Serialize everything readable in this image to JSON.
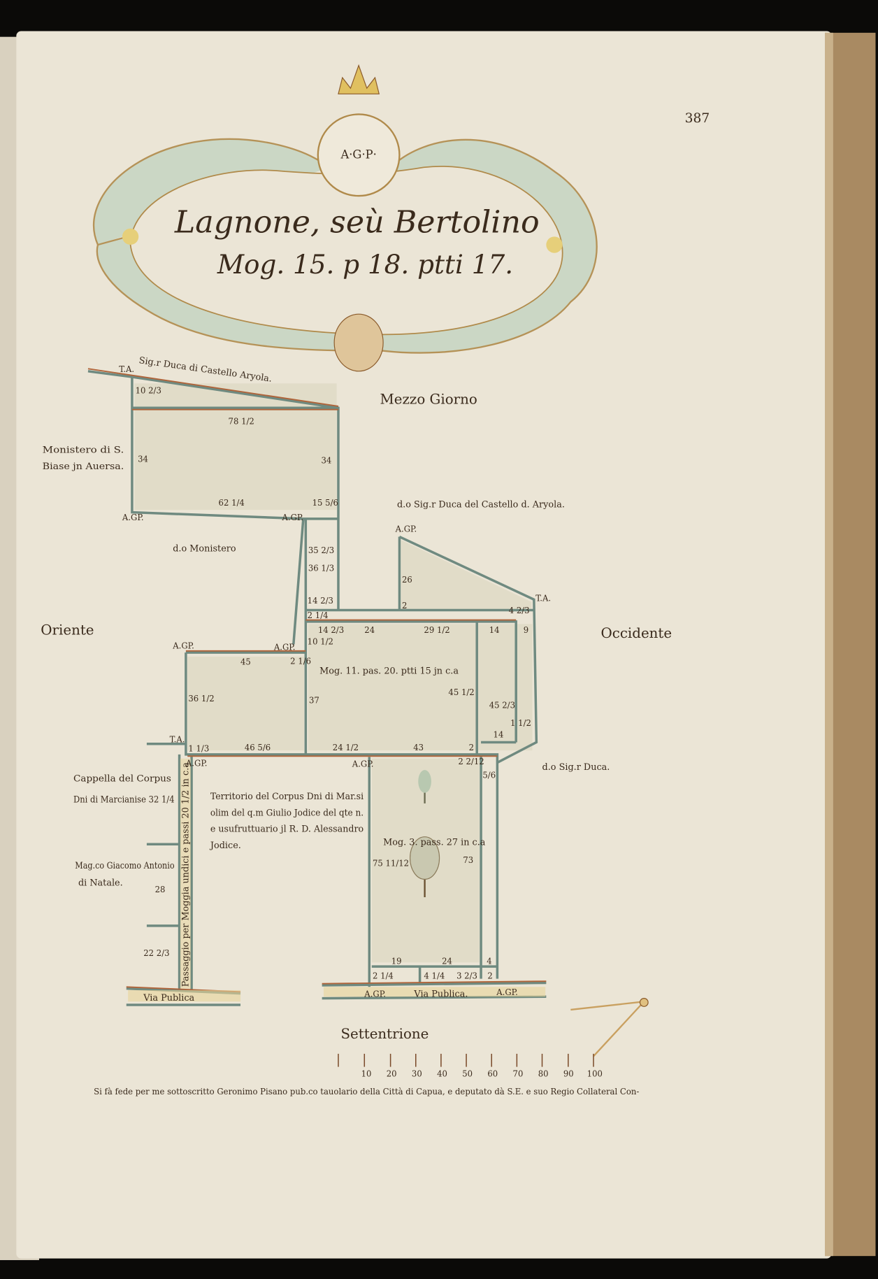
{
  "page_number": "387",
  "cartouche": {
    "monogram": "A·G·P·",
    "title": "Lagnone, seù Bertolino",
    "subtitle": "Mog. 15. p 18. ptti 17."
  },
  "cardinal": {
    "south": "Mezzo Giorno",
    "north": "Settentrione",
    "east": "Oriente",
    "west": "Occidente"
  },
  "neighbors": {
    "top": "Sig.r Duca di Castello Aryola.",
    "top_right": "d.o Sig.r Duca del Castello d. Aryola.",
    "left_top": [
      "Monistero di S.",
      "Biase jn Auersa."
    ],
    "left_mid": "d.o Monistero",
    "right_low": "d.o Sig.r Duca.",
    "cappella": [
      "Cappella del Corpus",
      "Dni di Marcianise 32 1/4"
    ],
    "natale": [
      "Mag.co Giacomo Antonio",
      "di Natale."
    ],
    "territorio": [
      "Territorio del Corpus Dni di Mar.si",
      "olim del q.m Giulio Jodice del qte n.",
      "e usufruttuario jl R. D. Alessandro",
      "Jodice."
    ],
    "passaggio": "Passaggio per Moggia undici e passi 20 1/2 in c.a",
    "via_publica_left": "Via Publica",
    "via_publica_right": "Via Publica."
  },
  "markers": {
    "agp": "A.GP.",
    "ta": "T.A."
  },
  "parcel_labels": {
    "main": "Mog. 11. pas. 20. ptti 15 jn c.a",
    "lower": "Mog. 3. pass. 27 in c.a"
  },
  "measures": {
    "top_parcel": [
      "10 2/3",
      "78 1/2",
      "34",
      "34",
      "62 1/4",
      "15 5/6"
    ],
    "strip": [
      "35 2/3",
      "36 1/3",
      "14 2/3",
      "2 1/4",
      "10 1/2",
      "2 1/6"
    ],
    "top_right": [
      "26",
      "2",
      "4 2/3"
    ],
    "main": [
      "14 2/3",
      "24",
      "29 1/2",
      "14",
      "9",
      "45 1/2",
      "45 2/3",
      "37",
      "24 1/2",
      "43",
      "2",
      "14",
      "1 1/2"
    ],
    "left_rect": [
      "45",
      "36 1/2",
      "46 5/6",
      "1 1/3"
    ],
    "left_side": [
      "28",
      "22 2/3"
    ],
    "lower": [
      "2 2/12",
      "5/6",
      "75 11/12",
      "73",
      "19",
      "24",
      "4",
      "2 1/4",
      "4 1/4",
      "3 2/3",
      "2"
    ]
  },
  "scale": {
    "ticks": [
      "10",
      "20",
      "30",
      "40",
      "50",
      "60",
      "70",
      "80",
      "90",
      "100"
    ]
  },
  "attestation": "Si fà fede per me sottoscritto Geronimo Pisano pub.co tauolario della Città di Capua, e deputato dà S.E. e suo Regio Collateral Con-",
  "colors": {
    "paper": "#ebe5d6",
    "green": "#8fb0a0",
    "ochre": "#b0643a"
  }
}
